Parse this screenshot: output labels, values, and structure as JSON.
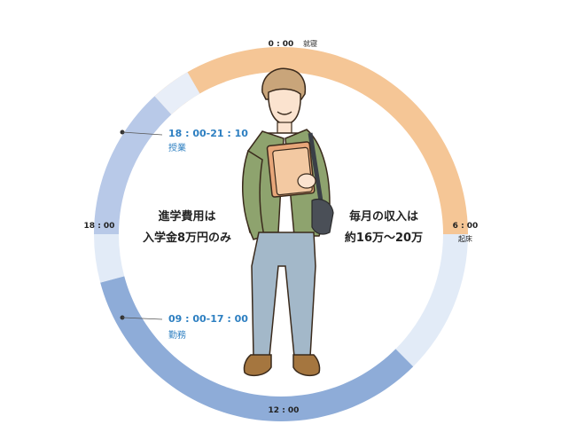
{
  "colors": {
    "sleep": "#f7cfa4",
    "sleep_light": "#fae3c8",
    "class": "#b8c9e8",
    "gap": "#e2ebf7",
    "work": "#8eacd8",
    "accent_text": "#2d7fc1",
    "text": "#222222"
  },
  "clock_labels": {
    "top": "0 : 00",
    "right": "6 : 00",
    "bottom": "12 : 00",
    "left": "18 : 00"
  },
  "events": {
    "sleep": "就寝",
    "wake": "起床"
  },
  "schedule": [
    {
      "time": "18 : 00-21 : 10",
      "label": "授業"
    },
    {
      "time": "09 : 00-17 : 00",
      "label": "勤務"
    }
  ],
  "left_note": {
    "line1": "進学費用は",
    "line2": "入学金8万円のみ"
  },
  "right_note": {
    "line1": "毎月の収入は",
    "line2": "約16万〜20万"
  },
  "segments": [
    {
      "name": "sleep-segment",
      "start": "21:10",
      "end": "06:00",
      "color": "#f5c696"
    },
    {
      "name": "morning-gap-segment",
      "start": "06:00",
      "end": "09:00",
      "color": "#e2ebf7"
    },
    {
      "name": "work-segment",
      "start": "09:00",
      "end": "17:00",
      "color": "#8eacd8"
    },
    {
      "name": "evening-gap-segment",
      "start": "17:00",
      "end": "18:00",
      "color": "#e2ebf7"
    },
    {
      "name": "class-segment",
      "start": "18:00",
      "end": "21:10",
      "color": "#b8c9e8"
    },
    {
      "name": "night-gap-segment",
      "start": "21:10",
      "end": "22:00",
      "color": "#e8eef8"
    }
  ]
}
